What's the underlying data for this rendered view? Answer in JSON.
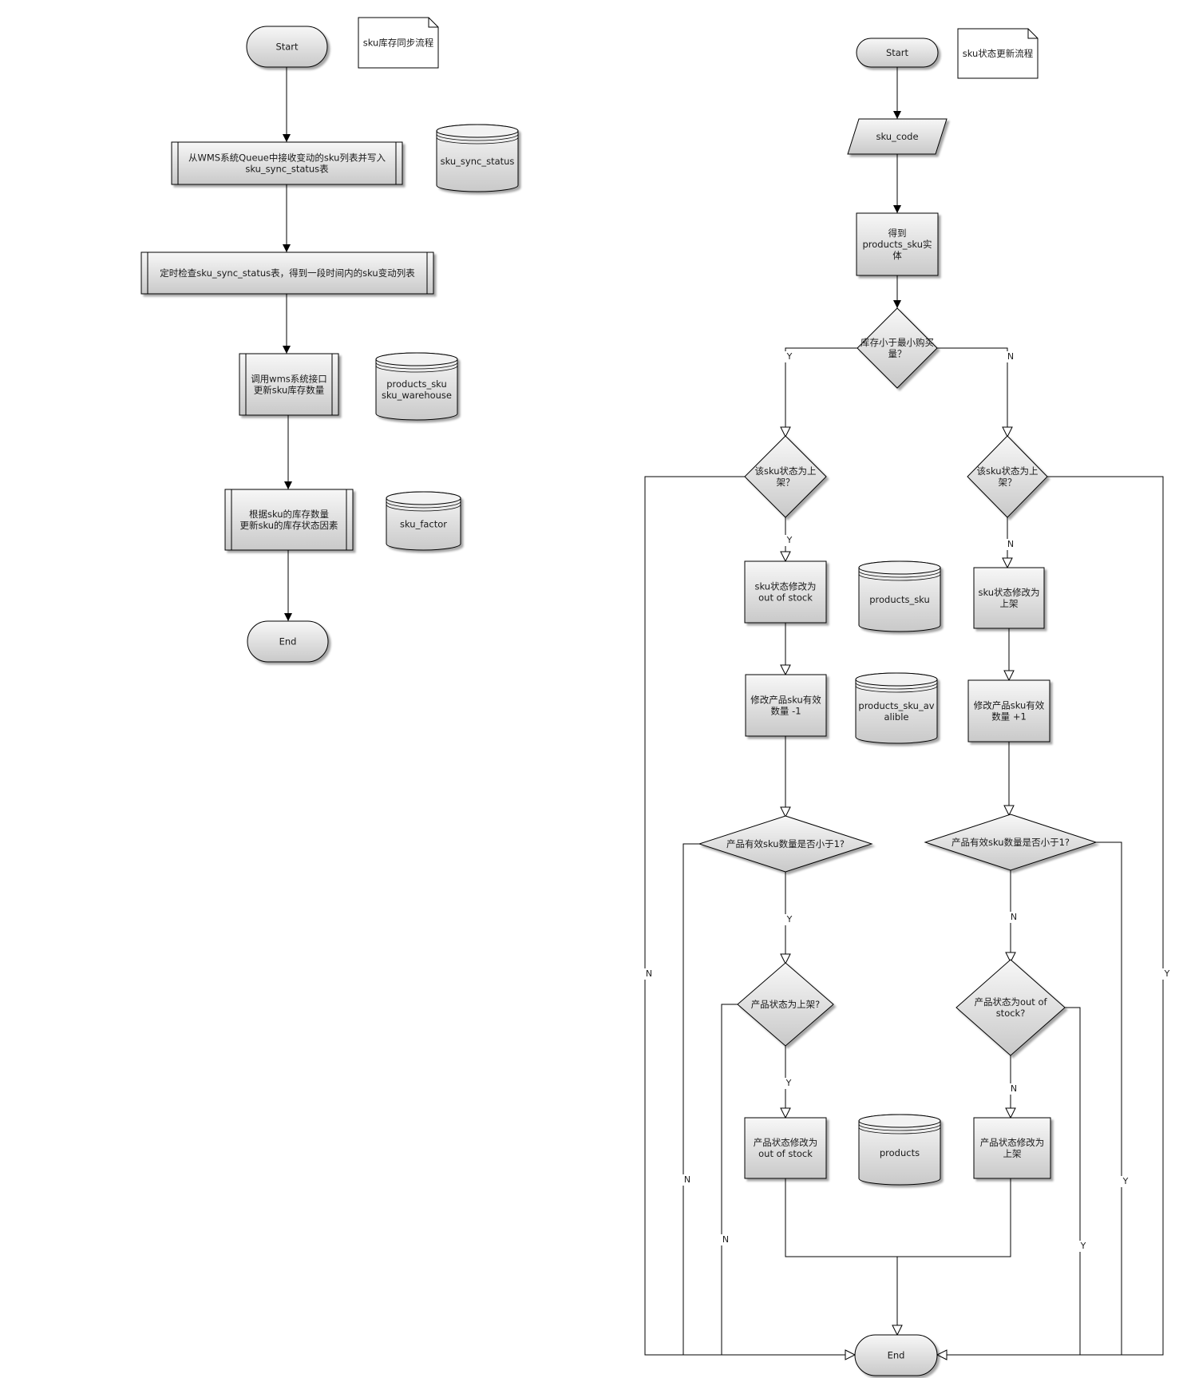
{
  "left_flow": {
    "note": "sku库存同步流程",
    "start": "Start",
    "step1": [
      "从WMS系统Queue中接收变动的sku列表并写入",
      "sku_sync_status表"
    ],
    "step2": "定时检查sku_sync_status表，得到一段时间内的sku变动列表",
    "step3": [
      "调用wms系统接口",
      "更新sku库存数量"
    ],
    "step4": [
      "根据sku的库存数量",
      "更新sku的库存状态因素"
    ],
    "end": "End",
    "db1": [
      "sku_sync_status"
    ],
    "db2": [
      "products_sku",
      "sku_warehouse"
    ],
    "db3": [
      "sku_factor"
    ]
  },
  "right_flow": {
    "note": "sku状态更新流程",
    "start": "Start",
    "input": "sku_code",
    "get_entity": [
      "得到",
      "products_sku实",
      "体"
    ],
    "decision_stock": [
      "库存小于最小购买",
      "量？"
    ],
    "decision_onshelf_left": [
      "该sku状态为上",
      "架？"
    ],
    "decision_onshelf_right": [
      "该sku状态为上",
      "架？"
    ],
    "set_out_of_stock": [
      "sku状态修改为",
      "out of stock"
    ],
    "set_on_shelf": [
      "sku状态修改为",
      "上架"
    ],
    "decrement": [
      "修改产品sku有效",
      "数量 -1"
    ],
    "increment": [
      "修改产品sku有效",
      "数量 +1"
    ],
    "decision_count_left": "产品有效sku数量是否小于1?",
    "decision_count_right": "产品有效sku数量是否小于1?",
    "decision_product_on": "产品状态为上架?",
    "decision_product_oos": [
      "产品状态为out of",
      "stock?"
    ],
    "product_set_oos": [
      "产品状态修改为",
      "out of stock"
    ],
    "product_set_on": [
      "产品状态修改为",
      "上架"
    ],
    "end": "End",
    "db_products_sku": [
      "products_sku"
    ],
    "db_available": [
      "products_sku_av",
      "alible"
    ],
    "db_products": [
      "products"
    ],
    "yes": "Y",
    "no": "N"
  }
}
